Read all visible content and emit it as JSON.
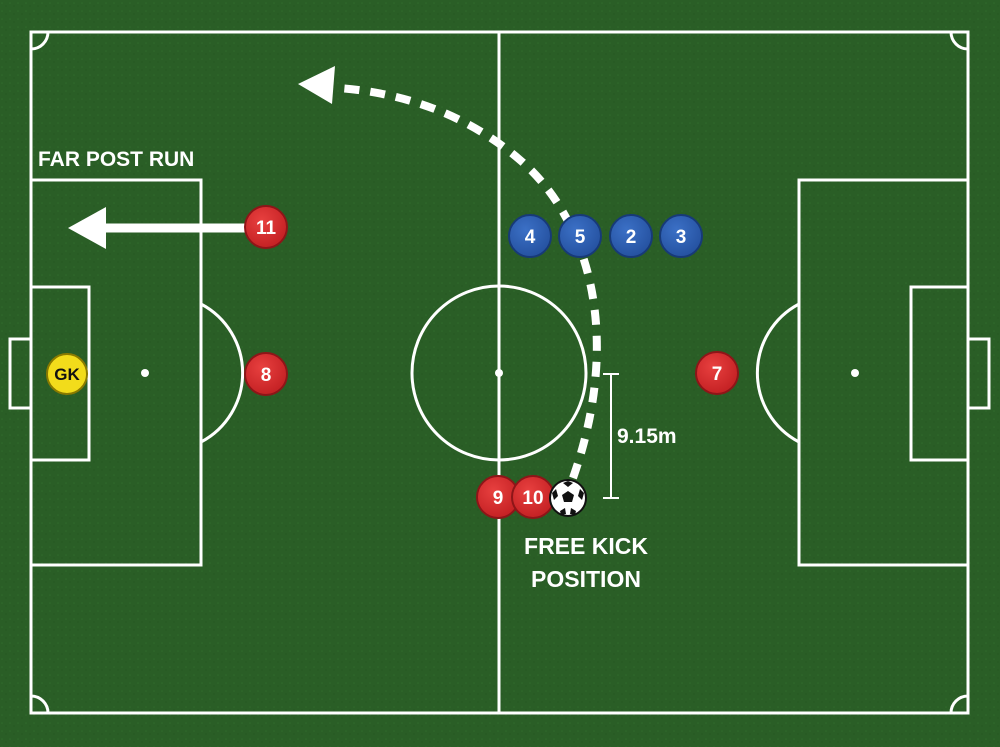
{
  "labels": {
    "far_post_run": "FAR POST RUN",
    "free_kick_line1": "FREE KICK",
    "free_kick_line2": "POSITION",
    "distance": "9.15m"
  },
  "attacking_team": {
    "color": "#d42a2c",
    "players": [
      "11",
      "8",
      "7",
      "9",
      "10"
    ]
  },
  "defending_team": {
    "color": "#2f5fb3",
    "wall": [
      "4",
      "5",
      "2",
      "3"
    ]
  },
  "goalkeeper": {
    "label": "GK",
    "color": "#f2dc1b"
  },
  "colors": {
    "pitch": "#2a5e26",
    "lines": "#ffffff"
  },
  "icons": {
    "ball": "soccer-ball-icon",
    "run_arrow": "arrow-left-icon",
    "pass_arrow": "dashed-curved-arrow-icon"
  }
}
